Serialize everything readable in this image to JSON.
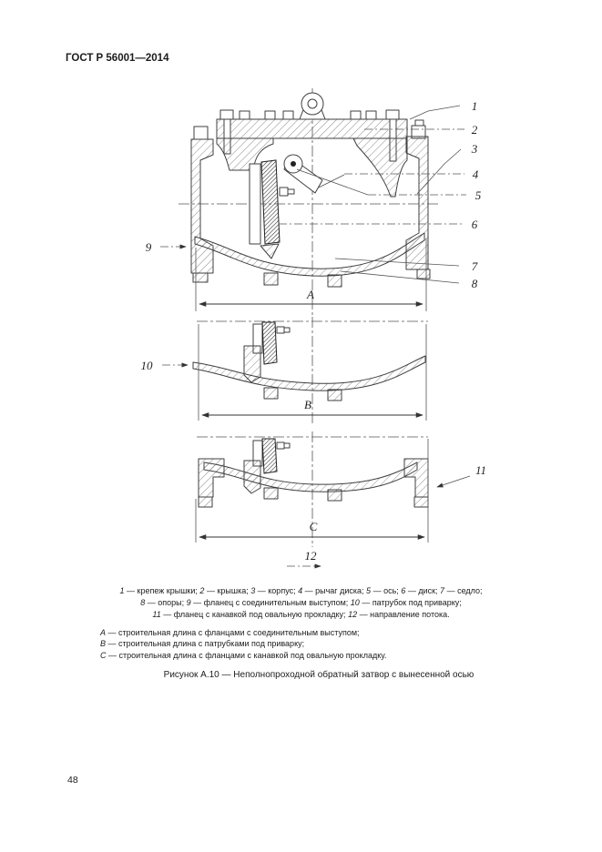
{
  "page": {
    "header": "ГОСТ Р 56001—2014",
    "page_number": "48"
  },
  "figure": {
    "caption": "Рисунок А.10 — Неполнопроходной обратный затвор с вынесенной осью",
    "labels": {
      "n1": "1",
      "n2": "2",
      "n3": "3",
      "n4": "4",
      "n5": "5",
      "n6": "6",
      "n7": "7",
      "n8": "8",
      "n9": "9",
      "n10": "10",
      "n11": "11",
      "n12": "12",
      "dimA": "A",
      "dimB": "B",
      "dimC": "C"
    }
  },
  "legend": {
    "line1": [
      {
        "n": "1",
        "t": "— крепеж крышки;"
      },
      {
        "n": "2",
        "t": "— крышка;"
      },
      {
        "n": "3",
        "t": "— корпус;"
      },
      {
        "n": "4",
        "t": "— рычаг диска;"
      },
      {
        "n": "5",
        "t": "— ось;"
      },
      {
        "n": "6",
        "t": "— диск;"
      },
      {
        "n": "7",
        "t": "— седло;"
      }
    ],
    "line2": [
      {
        "n": "8",
        "t": "— опоры;"
      },
      {
        "n": "9",
        "t": "— фланец с соединительным выступом;"
      },
      {
        "n": "10",
        "t": "— патрубок под приварку;"
      }
    ],
    "line3": [
      {
        "n": "11",
        "t": "— фланец с канавкой под овальную прокладку;"
      },
      {
        "n": "12",
        "t": "— направление потока."
      }
    ]
  },
  "dimensions": {
    "items": [
      {
        "n": "A",
        "t": "— строительная длина с фланцами с соединительным выступом;"
      },
      {
        "n": "B",
        "t": "— строительная длина с патрубками под приварку;"
      },
      {
        "n": "C",
        "t": "— строительная длина с фланцами с канавкой под овальную прокладку."
      }
    ]
  },
  "colors": {
    "ink": "#1c1c1c",
    "line": "#3f3f3f",
    "background": "#ffffff"
  }
}
